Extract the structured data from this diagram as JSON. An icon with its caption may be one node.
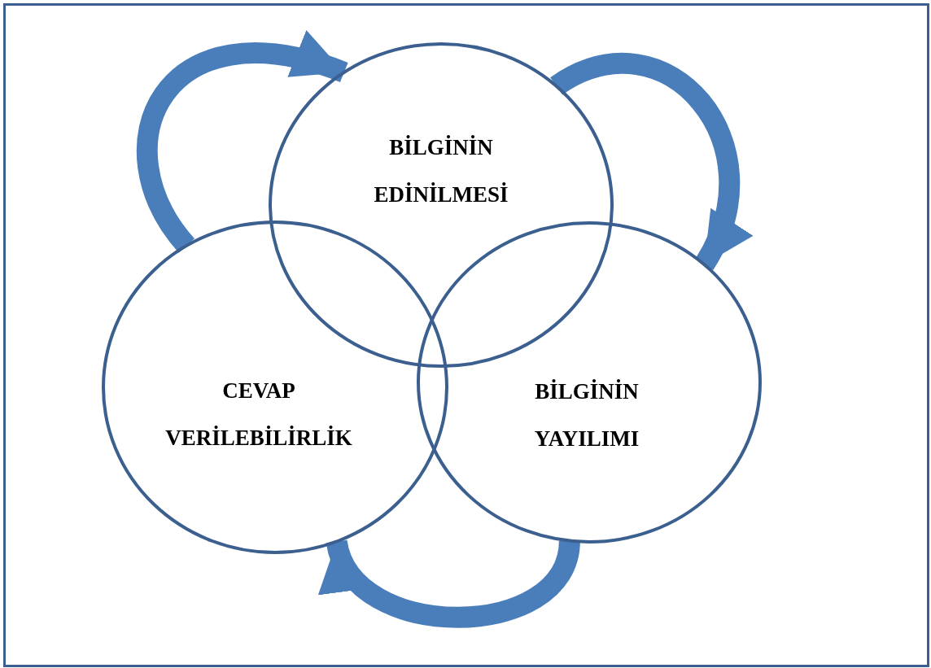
{
  "diagram": {
    "nodes": [
      {
        "text": [
          "BİLGİNİN EDİNİLMESİ"
        ]
      },
      {
        "text": [
          "BİLGİNİN YAYILIMI"
        ]
      },
      {
        "text": [
          "CEVAP VERİLEBİLİRLİK"
        ]
      }
    ],
    "edges": [
      {
        "from": 2,
        "to": 0,
        "arrow": "to"
      },
      {
        "from": 0,
        "to": 1,
        "arrow": "to"
      },
      {
        "from": 1,
        "to": 2,
        "arrow": "to"
      }
    ]
  }
}
